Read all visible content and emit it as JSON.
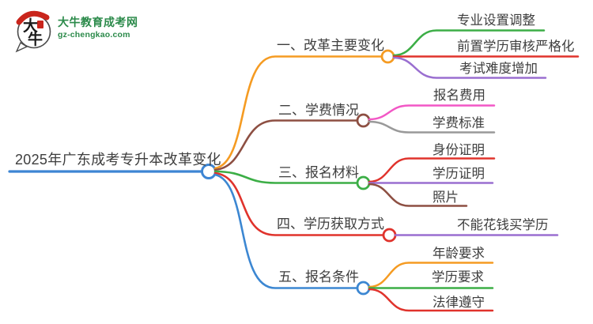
{
  "logo": {
    "icon_char_top": "大",
    "icon_char_bottom": "牛",
    "site_name": "大牛教育成考网",
    "site_url": "gz-chengkao.com",
    "brand_green": "#2b8a4a",
    "brand_red": "#c9251c"
  },
  "mindmap": {
    "root": {
      "label": "2025年广东成考专升本改革变化",
      "color": "#3d85d3"
    },
    "branches": [
      {
        "label": "一、改革主要变化",
        "color": "#f59b22",
        "children": [
          {
            "label": "专业设置调整",
            "color": "#3cae46"
          },
          {
            "label": "前置学历审核严格化",
            "color": "#e0332c"
          },
          {
            "label": "考试难度增加",
            "color": "#9a6fd0"
          }
        ]
      },
      {
        "label": "二、学费情况",
        "color": "#8d4f42",
        "children": [
          {
            "label": "报名费用",
            "color": "#f257c5"
          },
          {
            "label": "学费标准",
            "color": "#999999"
          }
        ]
      },
      {
        "label": "三、报名材料",
        "color": "#3cae46",
        "children": [
          {
            "label": "身份证明",
            "color": "#e0332c"
          },
          {
            "label": "学历证明",
            "color": "#9a6fd0"
          },
          {
            "label": "照片",
            "color": "#8d4f42"
          }
        ]
      },
      {
        "label": "四、学历获取方式",
        "color": "#e0332c",
        "children": [
          {
            "label": "不能花钱买学历",
            "color": "#9a6fd0"
          }
        ]
      },
      {
        "label": "五、报名条件",
        "color": "#3c87d2",
        "children": [
          {
            "label": "年龄要求",
            "color": "#f59b22"
          },
          {
            "label": "学历要求",
            "color": "#3cae46"
          },
          {
            "label": "法律遵守",
            "color": "#e0332c"
          }
        ]
      }
    ]
  }
}
